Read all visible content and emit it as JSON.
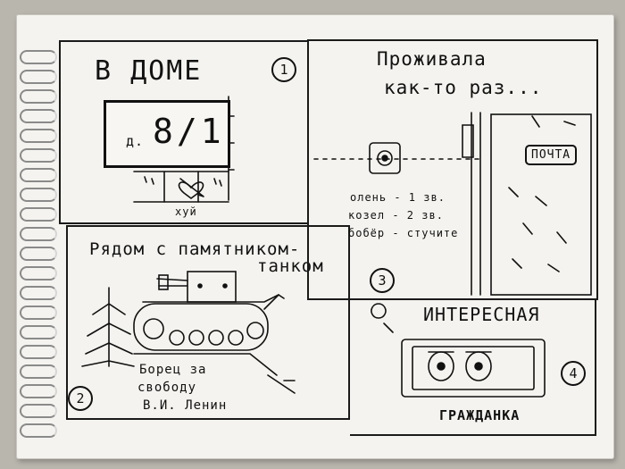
{
  "panel1": {
    "title": "В ДОМЕ",
    "number": "1",
    "plate_prefix": "д.",
    "plate_number": "8/1",
    "wall_scribble": "хуй"
  },
  "panel2": {
    "title_line1": "Рядом с памятником-",
    "title_line2": "танком",
    "number": "2",
    "sign_line1": "Борец за",
    "sign_line2": "свободу",
    "sign_line3": "В.И. Ленин"
  },
  "panel3": {
    "title_line1": "Проживала",
    "title_line2": "как-то раз...",
    "number": "3",
    "list_line1": "олень - 1 зв.",
    "list_line2": "козел - 2 зв.",
    "list_line3": "бобёр - стучите",
    "mailbox_label": "почта"
  },
  "panel4": {
    "title": "интересная",
    "number": "4",
    "caption": "гражданка"
  }
}
